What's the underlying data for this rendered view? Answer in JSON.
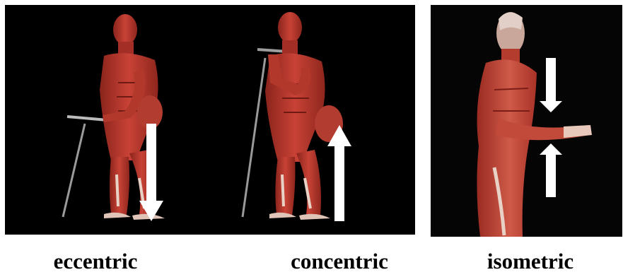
{
  "captions": {
    "eccentric": "eccentric",
    "concentric": "concentric",
    "isometric": "isometric"
  },
  "colors": {
    "background_dark": "#000000",
    "muscle_red": "#b8352b",
    "muscle_dark": "#7d1f18",
    "tendon_light": "#e8d2c6",
    "arrow": "#ffffff"
  },
  "icons": {
    "eccentric_arrow": "arrow-down-icon",
    "concentric_arrow": "arrow-up-icon",
    "isometric_arrows": [
      "arrow-down-icon",
      "arrow-up-icon"
    ]
  }
}
